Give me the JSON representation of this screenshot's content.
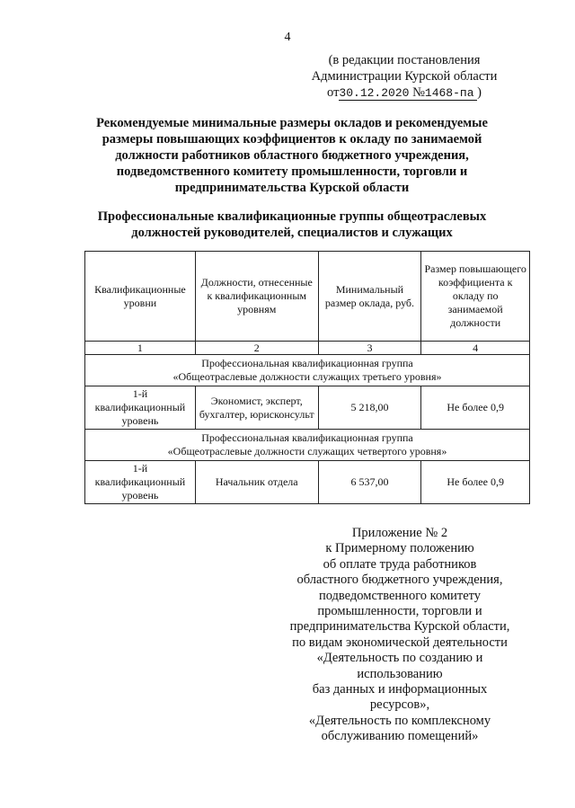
{
  "page_number": "4",
  "edition": {
    "line1": "(в редакции постановления",
    "line2": "Администрации Курской области",
    "from": "от",
    "date": "30.12.2020",
    "no": "№",
    "number": "1468-па",
    "close": ")"
  },
  "title": "Рекомендуемые минимальные размеры окладов и рекомендуемые размеры повышающих коэффициентов к окладу по занимаемой должности работников областного бюджетного учреждения, подведомственного комитету промышленности, торговли и предпринимательства Курской области",
  "subtitle": "Профессиональные квалификационные группы общеотраслевых должностей руководителей, специалистов и служащих",
  "table": {
    "headers": [
      "Квалификационные уровни",
      "Должности, отнесенные к квалификационным уровням",
      "Минимальный размер оклада, руб.",
      "Размер повышающего коэффициента к окладу по занимаемой должности"
    ],
    "column_numbers": [
      "1",
      "2",
      "3",
      "4"
    ],
    "groups": [
      {
        "title_line1": "Профессиональная квалификационная группа",
        "title_line2": "«Общеотраслевые должности служащих третьего уровня»",
        "level": "1-й квалификационный уровень",
        "positions": "Экономист, эксперт, бухгалтер, юрисконсульт",
        "salary": "5 218,00",
        "coefficient": "Не более 0,9"
      },
      {
        "title_line1": "Профессиональная квалификационная группа",
        "title_line2": "«Общеотраслевые должности служащих четвертого уровня»",
        "level": "1-й квалификационный уровень",
        "positions": "Начальник отдела",
        "salary": "6 537,00",
        "coefficient": "Не более 0,9"
      }
    ]
  },
  "appendix": {
    "lines": [
      "Приложение № 2",
      "к Примерному положению",
      "об оплате труда работников",
      "областного бюджетного учреждения,",
      "подведомственного комитету",
      "промышленности, торговли и",
      "предпринимательства Курской области,",
      "по видам экономической деятельности",
      "«Деятельность по созданию и",
      "использованию",
      "баз данных и информационных",
      "ресурсов»,",
      "«Деятельность по комплексному",
      "обслуживанию помещений»"
    ]
  }
}
